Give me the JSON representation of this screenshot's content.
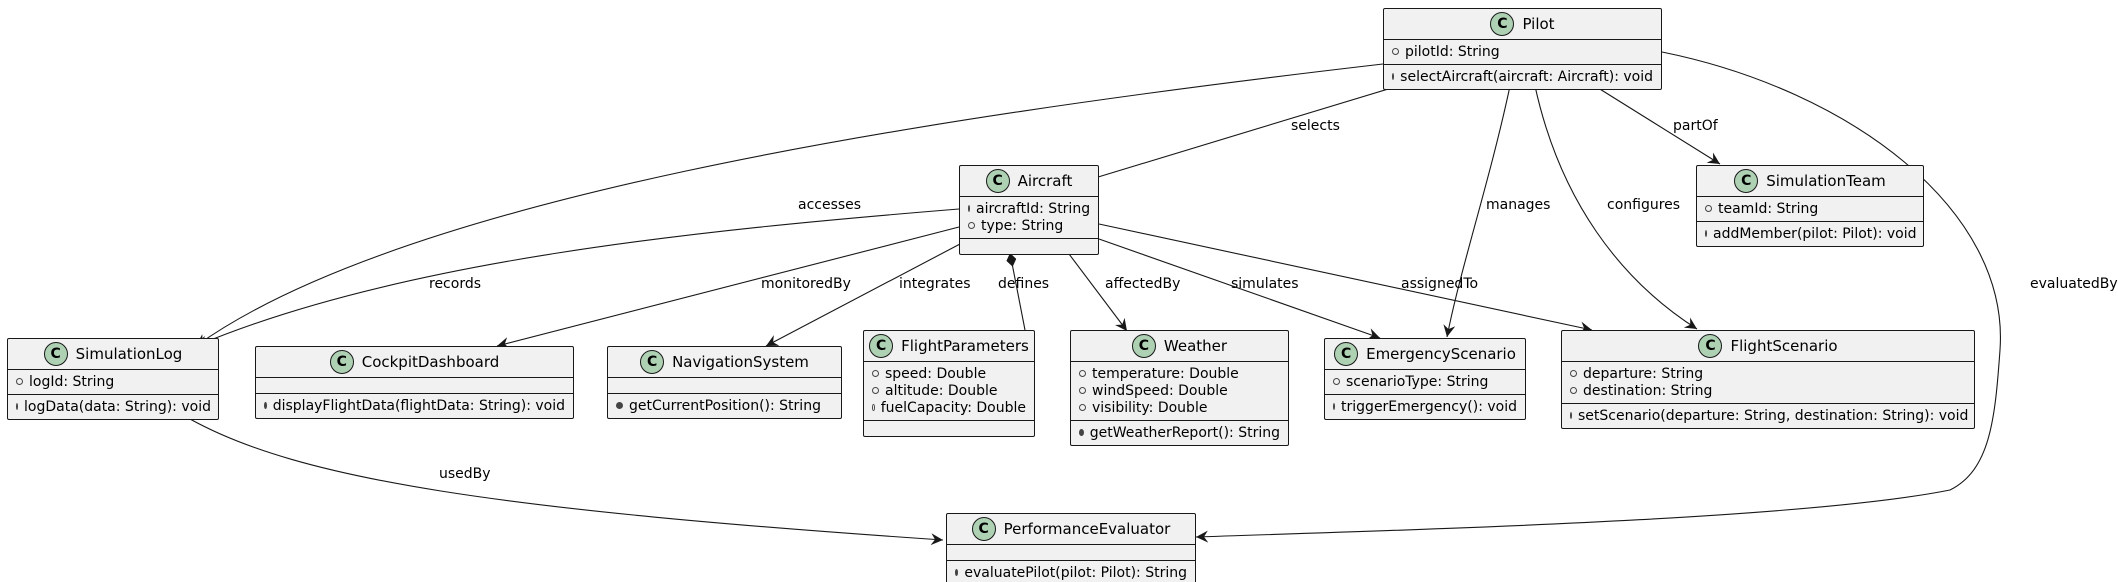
{
  "classes": {
    "pilot": {
      "name": "Pilot",
      "badge": "C",
      "attrs": [
        "pilotId: String"
      ],
      "methods": [
        "selectAircraft(aircraft: Aircraft): void"
      ]
    },
    "aircraft": {
      "name": "Aircraft",
      "badge": "C",
      "attrs": [
        "aircraftId: String",
        "type: String"
      ],
      "methods": []
    },
    "simulation_team": {
      "name": "SimulationTeam",
      "badge": "C",
      "attrs": [
        "teamId: String"
      ],
      "methods": [
        "addMember(pilot: Pilot): void"
      ]
    },
    "simulation_log": {
      "name": "SimulationLog",
      "badge": "C",
      "attrs": [
        "logId: String"
      ],
      "methods": [
        "logData(data: String): void"
      ]
    },
    "cockpit_dashboard": {
      "name": "CockpitDashboard",
      "badge": "C",
      "attrs": [],
      "methods": [
        "displayFlightData(flightData: String): void"
      ]
    },
    "navigation_system": {
      "name": "NavigationSystem",
      "badge": "C",
      "attrs": [],
      "methods": [
        "getCurrentPosition(): String"
      ]
    },
    "flight_parameters": {
      "name": "FlightParameters",
      "badge": "C",
      "attrs": [
        "speed: Double",
        "altitude: Double",
        "fuelCapacity: Double"
      ],
      "methods": []
    },
    "weather": {
      "name": "Weather",
      "badge": "C",
      "attrs": [
        "temperature: Double",
        "windSpeed: Double",
        "visibility: Double"
      ],
      "methods": [
        "getWeatherReport(): String"
      ]
    },
    "emergency_scenario": {
      "name": "EmergencyScenario",
      "badge": "C",
      "attrs": [
        "scenarioType: String"
      ],
      "methods": [
        "triggerEmergency(): void"
      ]
    },
    "flight_scenario": {
      "name": "FlightScenario",
      "badge": "C",
      "attrs": [
        "departure: String",
        "destination: String"
      ],
      "methods": [
        "setScenario(departure: String, destination: String): void"
      ]
    },
    "performance_evaluator": {
      "name": "PerformanceEvaluator",
      "badge": "C",
      "attrs": [],
      "methods": [
        "evaluatePilot(pilot: Pilot): String"
      ]
    }
  },
  "edge_labels": {
    "selects": "selects",
    "part_of": "partOf",
    "manages": "manages",
    "configures": "configures",
    "evaluated_by": "evaluatedBy",
    "accesses": "accesses",
    "records": "records",
    "monitored_by": "monitoredBy",
    "integrates": "integrates",
    "defines": "defines",
    "affected_by": "affectedBy",
    "simulates": "simulates",
    "assigned_to": "assignedTo",
    "used_by": "usedBy"
  },
  "colors": {
    "class_fill": "#f1f1f1",
    "badge_fill": "#add1b2",
    "line": "#181818"
  }
}
